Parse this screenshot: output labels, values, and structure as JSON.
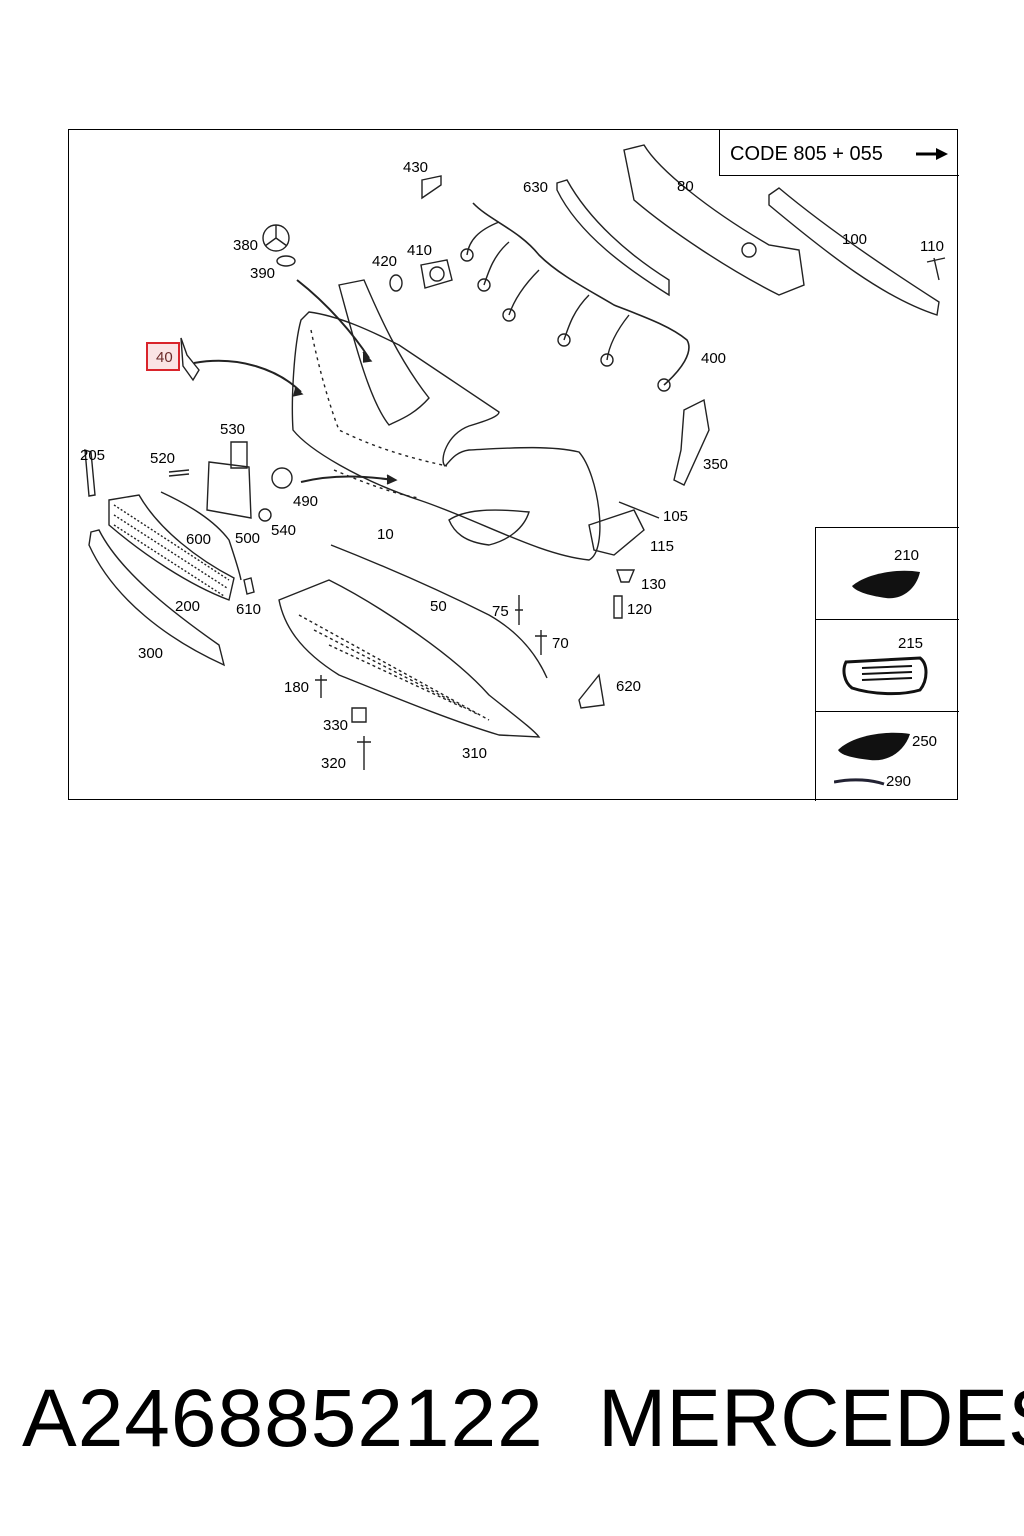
{
  "diagram": {
    "code_label": "CODE 805 + 055",
    "code_arrow_icon": "right-arrow-icon",
    "highlighted_part": "40",
    "parts": {
      "p10": "10",
      "p40": "40",
      "p50": "50",
      "p70": "70",
      "p75": "75",
      "p80": "80",
      "p100": "100",
      "p105": "105",
      "p110": "110",
      "p115": "115",
      "p120": "120",
      "p130": "130",
      "p180": "180",
      "p200": "200",
      "p205": "205",
      "p300": "300",
      "p310": "310",
      "p320": "320",
      "p330": "330",
      "p350": "350",
      "p380": "380",
      "p390": "390",
      "p400": "400",
      "p410": "410",
      "p420": "420",
      "p430": "430",
      "p490": "490",
      "p500": "500",
      "p520": "520",
      "p530": "530",
      "p540": "540",
      "p600": "600",
      "p610": "610",
      "p620": "620",
      "p630": "630"
    },
    "side_panel": {
      "p210": "210",
      "p215": "215",
      "p250": "250",
      "p290": "290"
    }
  },
  "footer": {
    "part_number": "A2468852122",
    "brand": "MERCEDES"
  }
}
